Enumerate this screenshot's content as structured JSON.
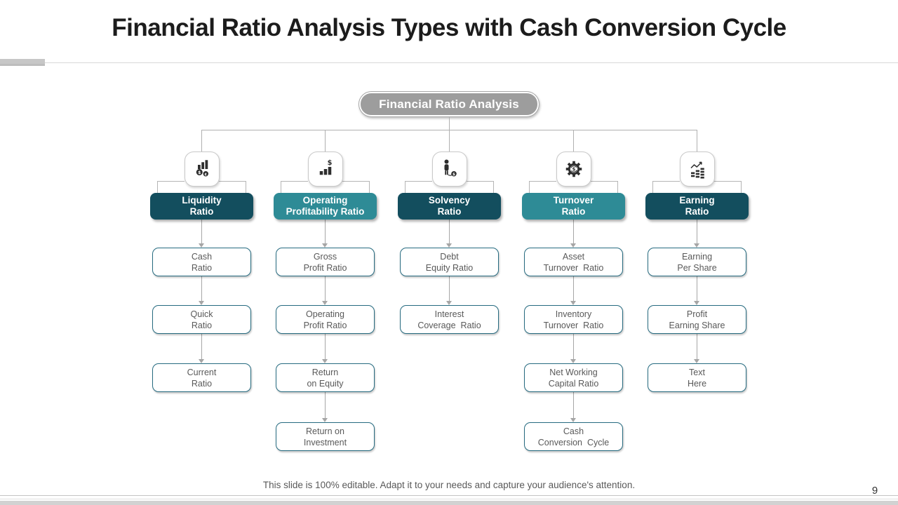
{
  "slide": {
    "title": "Financial Ratio Analysis Types with Cash Conversion Cycle",
    "footer_note": "This slide is 100% editable.  Adapt it to your needs and capture your audience's attention.",
    "page_number": "9"
  },
  "colors": {
    "dark_teal": "#134e5e",
    "teal": "#2e8b96",
    "root_gray": "#9d9d9d",
    "connector_gray": "#b0b0b0",
    "arrow_gray": "#a6a6a6",
    "child_border": "#266b80",
    "body_text": "#595959"
  },
  "diagram": {
    "root": "Financial Ratio Analysis",
    "columns": [
      {
        "header": "Liquidity\nRatio",
        "icon": "bar-chart-coins-icon",
        "children": [
          "Cash\nRatio",
          "Quick\nRatio",
          "Current\nRatio"
        ]
      },
      {
        "header": "Operating\nProfitability Ratio",
        "icon": "dollar-growth-bars-icon",
        "children": [
          "Gross\nProfit Ratio",
          "Operating\nProfit Ratio",
          "Return\non Equity",
          "Return on\nInvestment"
        ]
      },
      {
        "header": "Solvency\nRatio",
        "icon": "debt-burden-person-icon",
        "children": [
          "Debt\nEquity Ratio",
          "Interest\nCoverage  Ratio"
        ]
      },
      {
        "header": "Turnover\nRatio",
        "icon": "dollar-gear-icon",
        "children": [
          "Asset\nTurnover  Ratio",
          "Inventory\nTurnover  Ratio",
          "Net Working\nCapital Ratio",
          "Cash\nConversion  Cycle"
        ]
      },
      {
        "header": "Earning\nRatio",
        "icon": "growth-arrow-chart-icon",
        "children": [
          "Earning\nPer Share",
          "Profit\nEarning Share",
          "Text\nHere"
        ]
      }
    ]
  }
}
